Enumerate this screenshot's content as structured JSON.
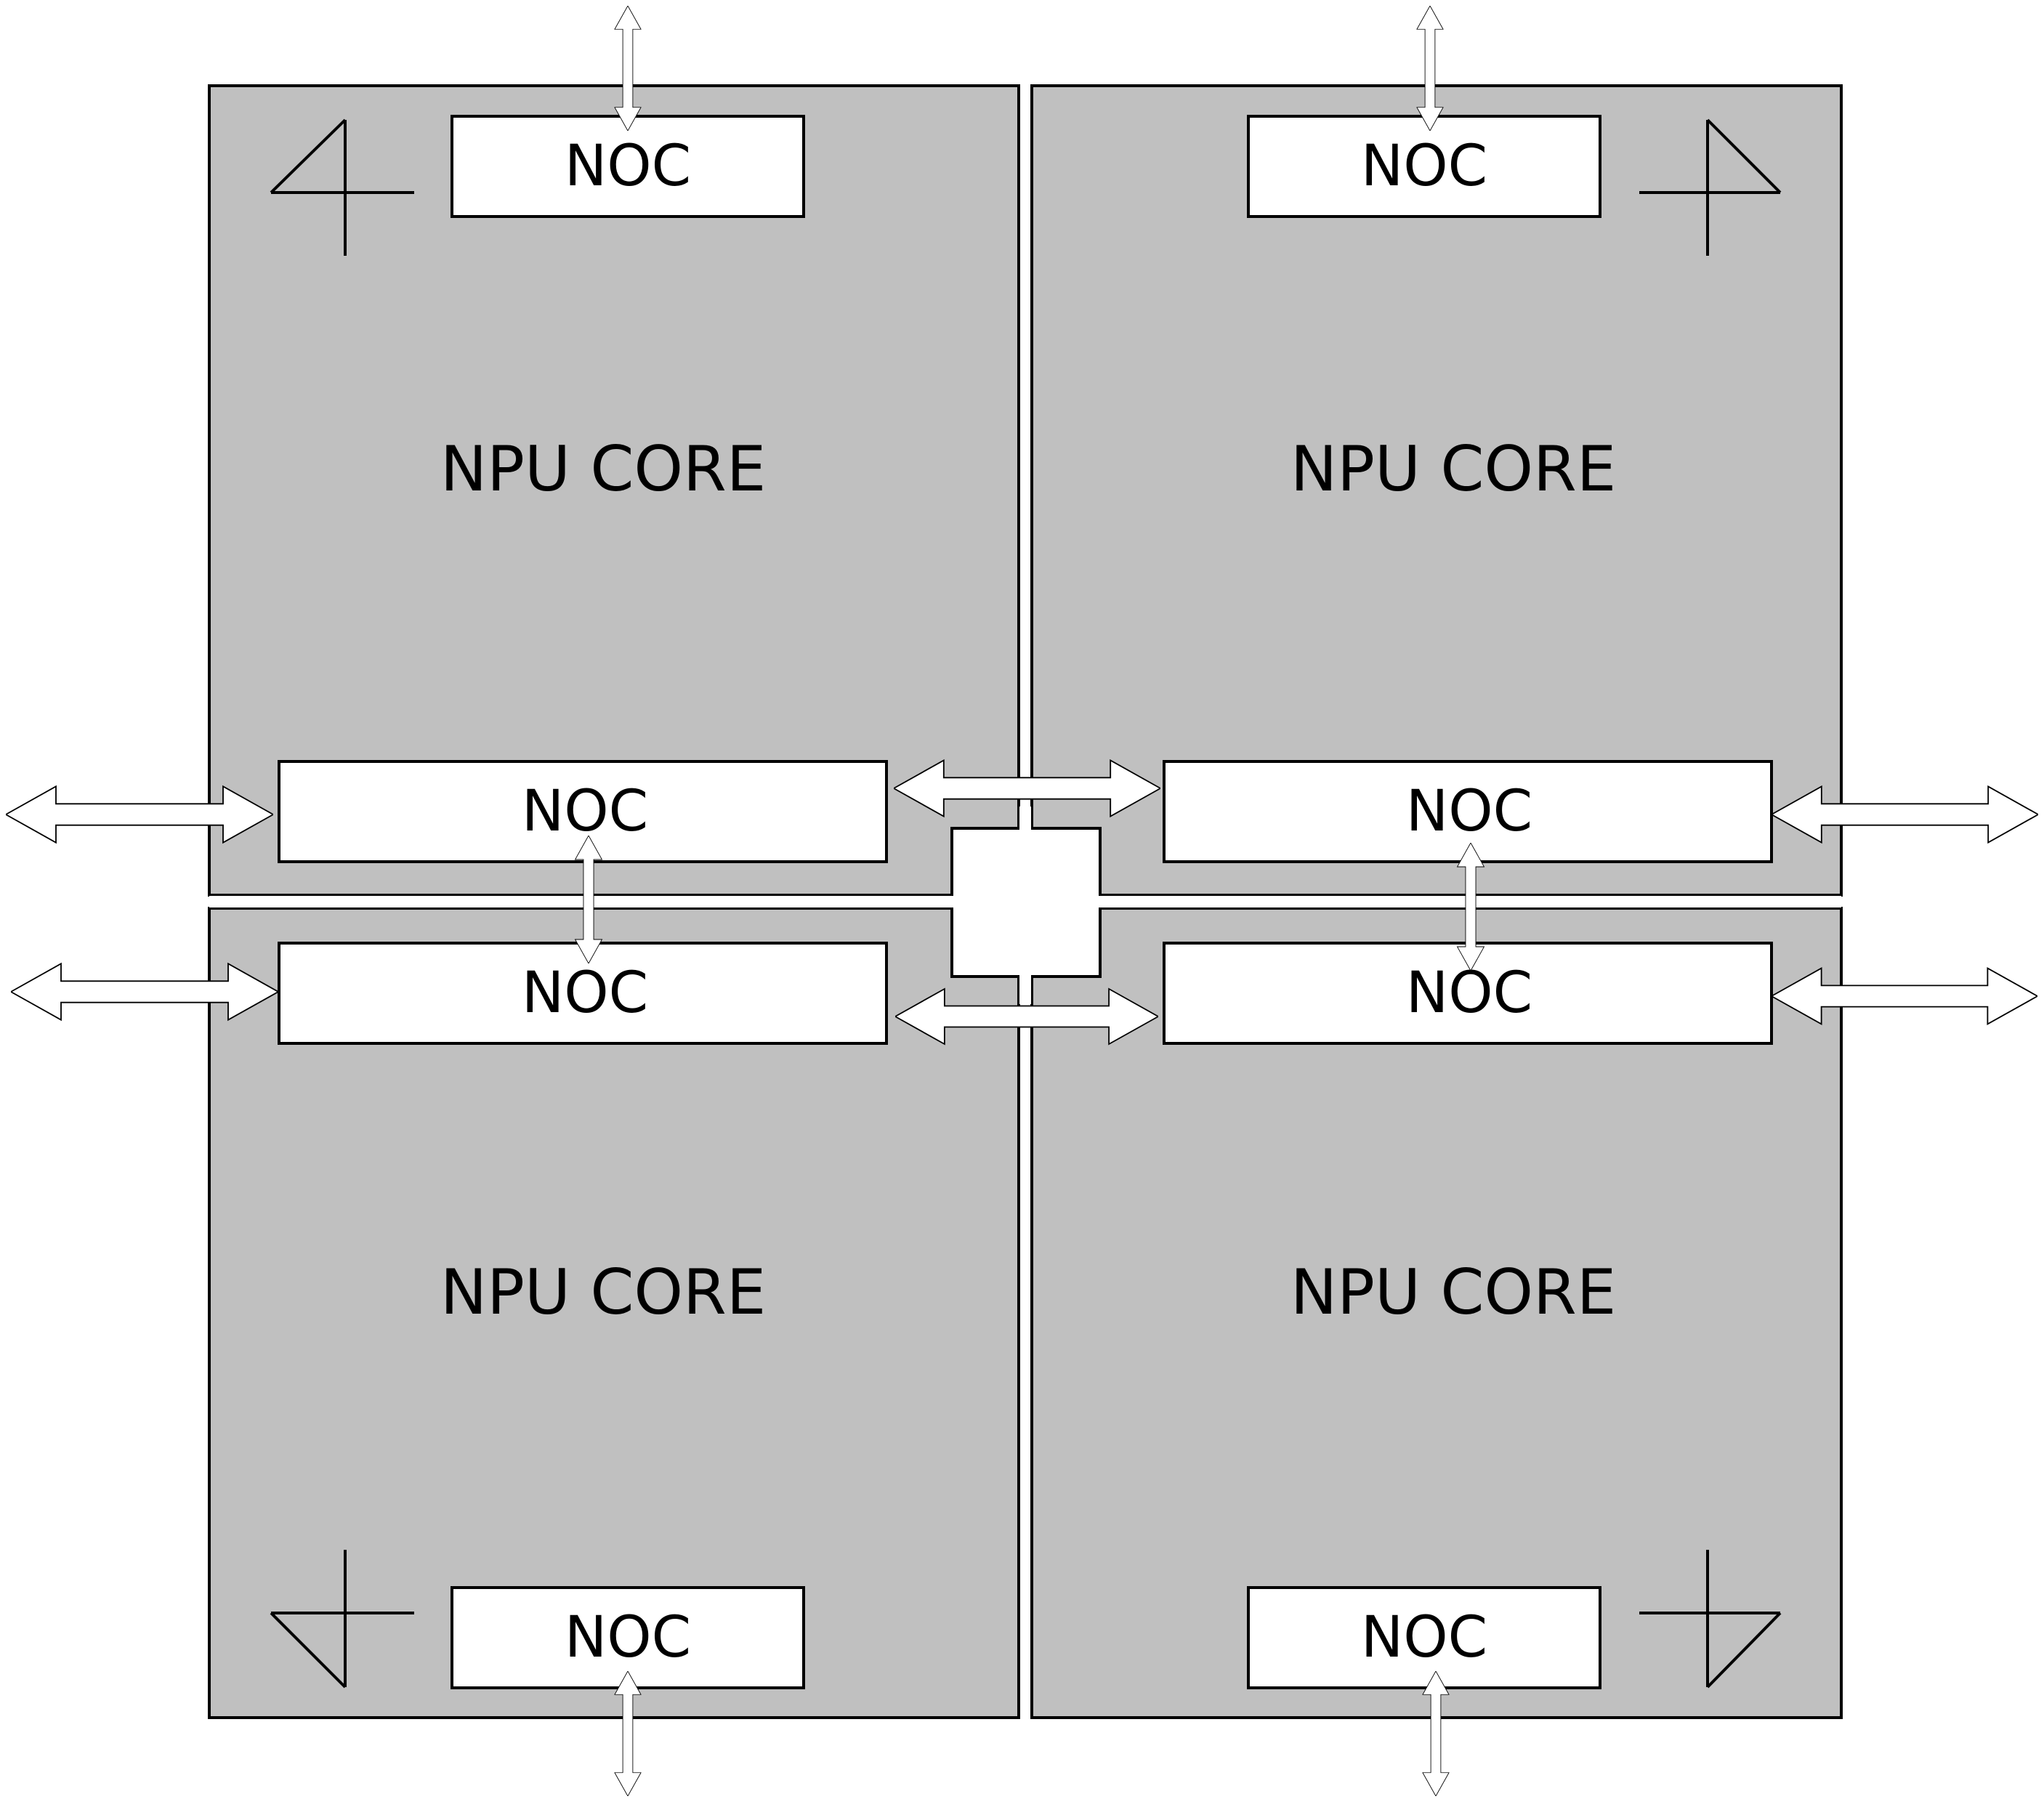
{
  "diagram": {
    "core_label": "NPU CORE",
    "noc_label": "NOC",
    "colors": {
      "core_fill": "#c0c0c0",
      "noc_fill": "#ffffff",
      "stroke": "#000000",
      "arrow_fill": "#ffffff",
      "background": "#ffffff"
    },
    "cores": [
      {
        "id": "top-left",
        "label": "NPU CORE",
        "noc_blocks": [
          "NOC",
          "NOC"
        ]
      },
      {
        "id": "top-right",
        "label": "NPU CORE",
        "noc_blocks": [
          "NOC",
          "NOC"
        ]
      },
      {
        "id": "bottom-left",
        "label": "NPU CORE",
        "noc_blocks": [
          "NOC",
          "NOC"
        ]
      },
      {
        "id": "bottom-right",
        "label": "NPU CORE",
        "noc_blocks": [
          "NOC",
          "NOC"
        ]
      }
    ]
  }
}
